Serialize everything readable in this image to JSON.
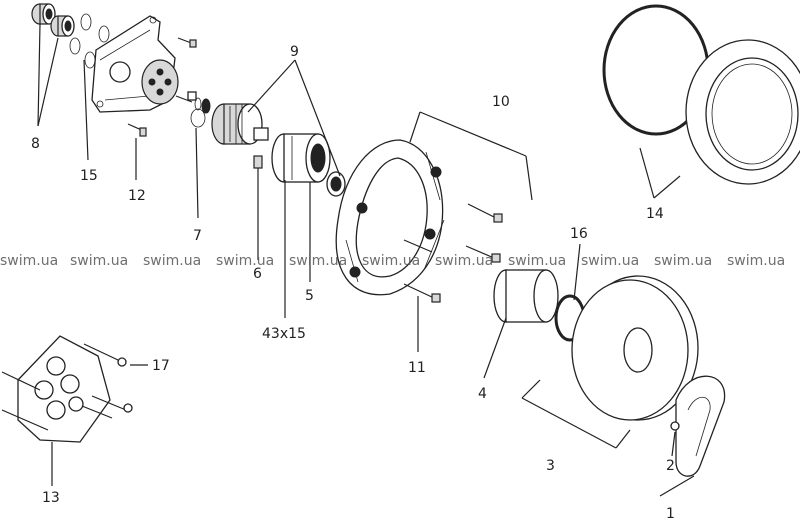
{
  "watermark": "swim.ua",
  "callouts": [
    "1",
    "2",
    "3",
    "4",
    "5",
    "6",
    "7",
    "8",
    "9",
    "10",
    "11",
    "12",
    "13",
    "14",
    "15",
    "16",
    "17",
    "43x15"
  ]
}
